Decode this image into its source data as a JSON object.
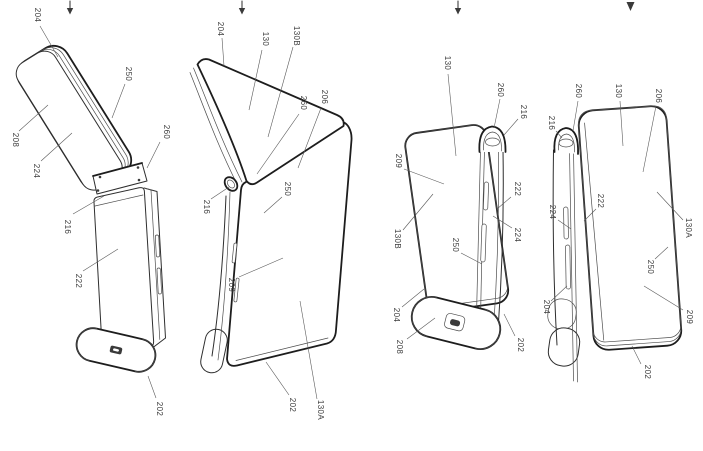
{
  "page": {
    "kind": "patent line drawing sheet",
    "background": "#ffffff",
    "ink": "#2e2e2e",
    "label_color": "#3d3d3d",
    "arrow_icon": "down-arrow"
  },
  "figures": [
    {
      "id": "view-1",
      "description": "device partially open, flap raised at angle",
      "arrow_icon": "down-arrow",
      "labels": [
        {
          "text": "204"
        },
        {
          "text": "250"
        },
        {
          "text": "260"
        },
        {
          "text": "208"
        },
        {
          "text": "224"
        },
        {
          "text": "216"
        },
        {
          "text": "222"
        },
        {
          "text": "202"
        }
      ]
    },
    {
      "id": "view-2",
      "description": "device with top half folded forward over display",
      "arrow_icon": "down-arrow",
      "labels": [
        {
          "text": "204"
        },
        {
          "text": "130"
        },
        {
          "text": "130B"
        },
        {
          "text": "260"
        },
        {
          "text": "206"
        },
        {
          "text": "216"
        },
        {
          "text": "250"
        },
        {
          "text": "209"
        },
        {
          "text": "202"
        },
        {
          "text": "130A"
        }
      ]
    },
    {
      "id": "view-3",
      "description": "device fully folded, rear cover view",
      "arrow_icon": "down-arrow",
      "labels": [
        {
          "text": "130"
        },
        {
          "text": "260"
        },
        {
          "text": "216"
        },
        {
          "text": "209"
        },
        {
          "text": "222"
        },
        {
          "text": "130B"
        },
        {
          "text": "250"
        },
        {
          "text": "224"
        },
        {
          "text": "204"
        },
        {
          "text": "208"
        },
        {
          "text": "202"
        }
      ]
    },
    {
      "id": "view-4",
      "description": "device fully folded, front display view",
      "arrow_icon": "down-arrow",
      "labels": [
        {
          "text": "216"
        },
        {
          "text": "260"
        },
        {
          "text": "130"
        },
        {
          "text": "206"
        },
        {
          "text": "224"
        },
        {
          "text": "222"
        },
        {
          "text": "130A"
        },
        {
          "text": "204"
        },
        {
          "text": "250"
        },
        {
          "text": "209"
        },
        {
          "text": "202"
        }
      ]
    }
  ]
}
